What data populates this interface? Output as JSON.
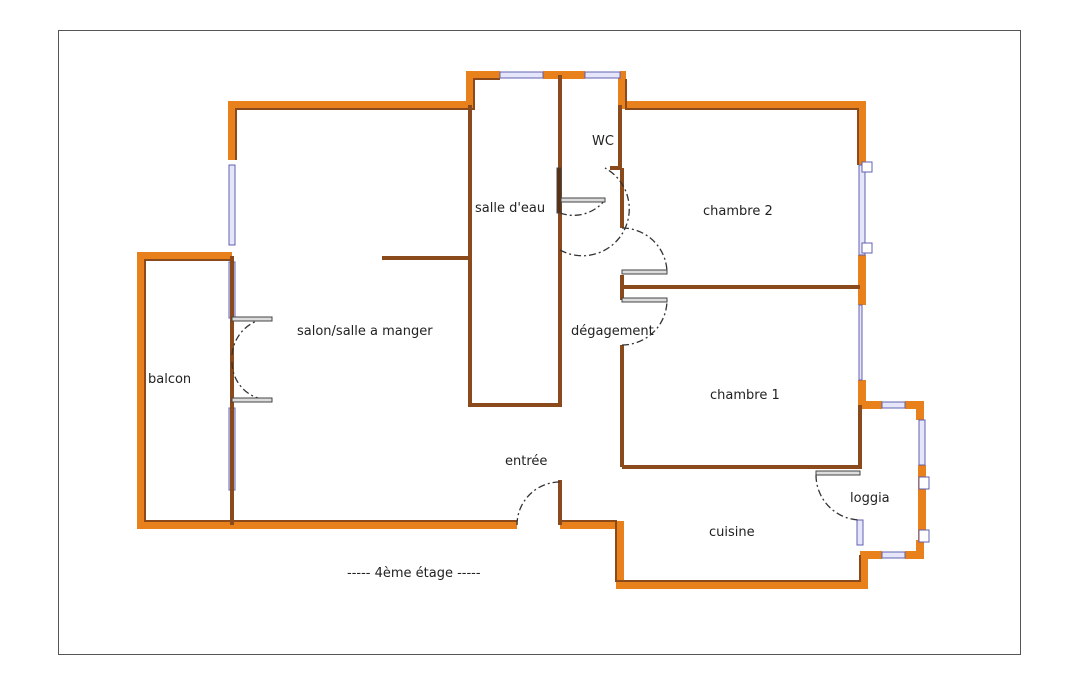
{
  "rooms": {
    "balcon": "balcon",
    "salon": "salon/salle a manger",
    "salle_eau": "salle d'eau",
    "wc": "WC",
    "chambre2": "chambre 2",
    "degagement": "dégagement",
    "chambre1": "chambre 1",
    "entree": "entrée",
    "loggia": "loggia",
    "cuisine": "cuisine"
  },
  "floor_label": "----- 4ème étage -----",
  "colors": {
    "outer_wall": "#e8801c",
    "inner_wall": "#8a4a1c",
    "window": "#b8b8e8"
  }
}
